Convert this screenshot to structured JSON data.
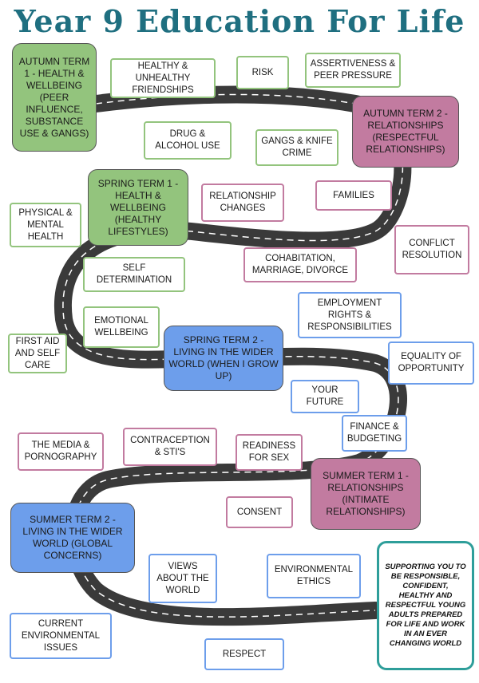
{
  "title": "Year 9 Education For Life",
  "terms": {
    "autumn1": "AUTUMN TERM 1 - HEALTH & WELLBEING (PEER INFLUENCE, SUBSTANCE USE & GANGS)",
    "autumn2": "AUTUMN TERM 2 - RELATIONSHIPS (RESPECTFUL RELATIONSHIPS)",
    "spring1": "SPRING TERM 1 - HEALTH & WELLBEING (HEALTHY LIFESTYLES)",
    "spring2": "SPRING TERM 2 - LIVING IN THE WIDER WORLD (WHEN I GROW UP)",
    "summer1": "SUMMER TERM 1 - RELATIONSHIPS (INTIMATE RELATIONSHIPS)",
    "summer2": "SUMMER TERM 2 - LIVING IN THE WIDER WORLD (GLOBAL CONCERNS)"
  },
  "topics": {
    "healthy_friendships": "HEALTHY & UNHEALTHY FRIENDSHIPS",
    "risk": "RISK",
    "assertiveness": "ASSERTIVENESS & PEER PRESSURE",
    "drug_alcohol": "DRUG & ALCOHOL USE",
    "gangs": "GANGS & KNIFE CRIME",
    "relationship_changes": "RELATIONSHIP CHANGES",
    "families": "FAMILIES",
    "physical_mental": "PHYSICAL & MENTAL HEALTH",
    "conflict": "CONFLICT RESOLUTION",
    "cohabitation": "COHABITATION, MARRIAGE, DIVORCE",
    "self_determination": "SELF DETERMINATION",
    "emotional": "EMOTIONAL WELLBEING",
    "first_aid": "FIRST AID AND SELF CARE",
    "employment": "EMPLOYMENT RIGHTS & RESPONSIBILITIES",
    "equality": "EQUALITY OF OPPORTUNITY",
    "your_future": "YOUR FUTURE",
    "finance": "FINANCE & BUDGETING",
    "media": "THE MEDIA & PORNOGRAPHY",
    "contraception": "CONTRACEPTION & STI'S",
    "readiness": "READINESS FOR SEX",
    "consent": "CONSENT",
    "views_world": "VIEWS ABOUT THE WORLD",
    "env_ethics": "ENVIRONMENTAL ETHICS",
    "current_env": "CURRENT ENVIRONMENTAL ISSUES",
    "respect": "RESPECT"
  },
  "summary": "SUPPORTING YOU TO BE RESPONSIBLE, CONFIDENT, HEALTHY AND RESPECTFUL YOUNG ADULTS PREPARED FOR LIFE AND WORK IN AN EVER CHANGING WORLD",
  "colors": {
    "health": "#93c47d",
    "relationships": "#c27ba0",
    "wider_world": "#6d9eeb",
    "road": "#3a3a3a",
    "title": "#1f6f80",
    "summary_border": "#2e9e9a"
  }
}
